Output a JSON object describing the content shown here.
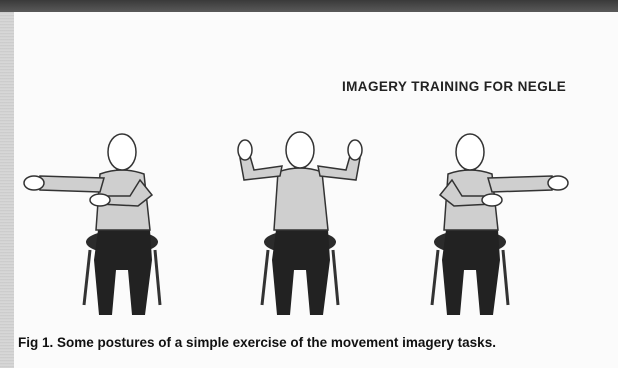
{
  "page": {
    "running_head": "IMAGERY TRAINING FOR NEGLE",
    "caption": {
      "label": "Fig 1.",
      "text": "Some postures of a simple exercise of the movement imagery tasks."
    }
  },
  "figure": {
    "content": "three seated figures demonstrating arm postures",
    "postures": [
      {
        "pose": "left-arm-extended"
      },
      {
        "pose": "both-arms-raised"
      },
      {
        "pose": "right-arm-extended"
      }
    ]
  }
}
